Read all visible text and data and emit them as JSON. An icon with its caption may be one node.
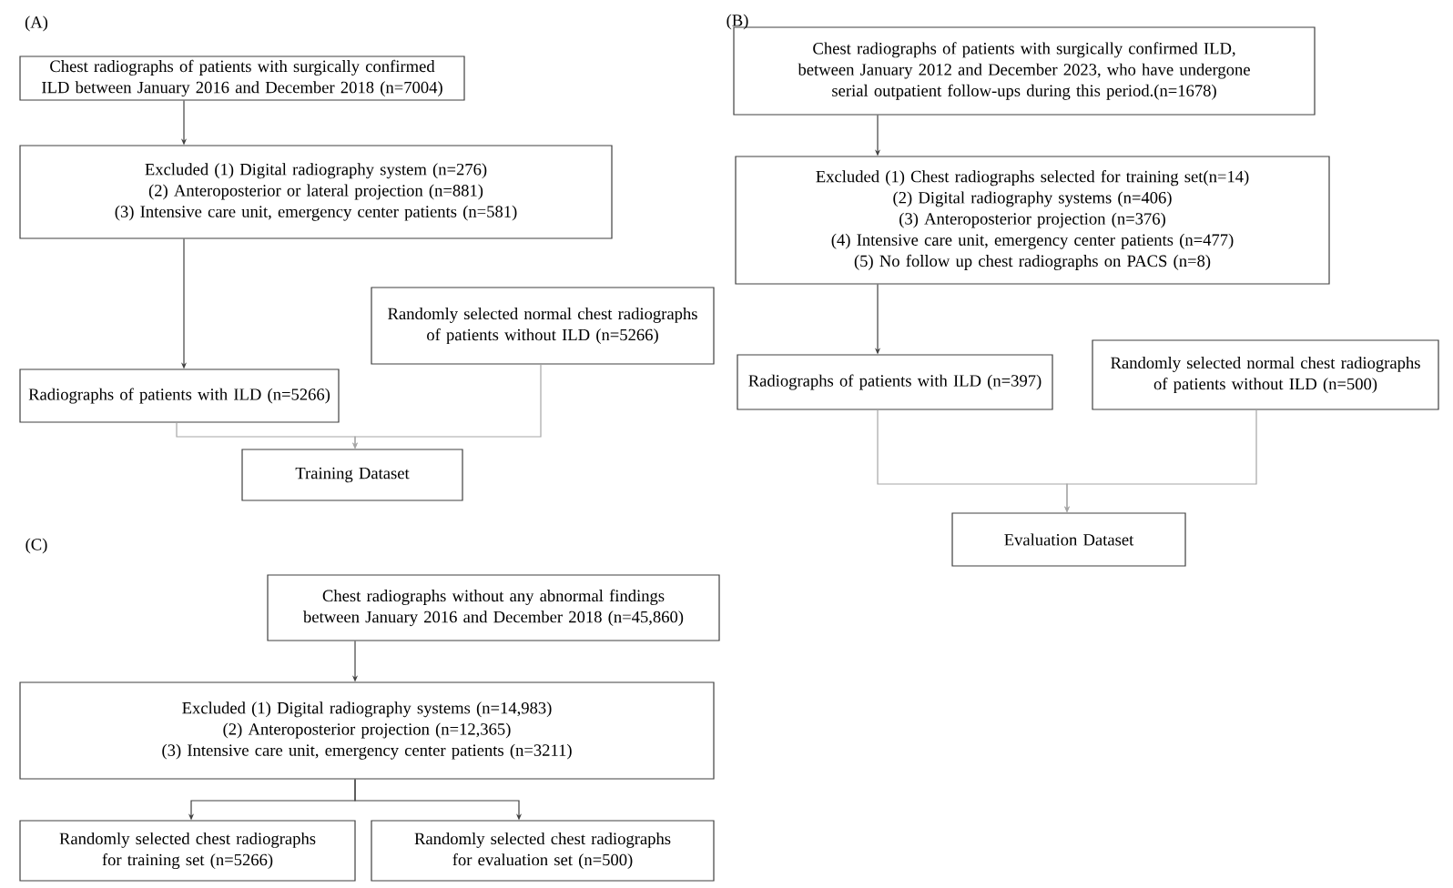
{
  "diagram": {
    "nodes": [
      {
        "text": [
          "Chest radiographs of patients with surgically confirmed ILD between January 2016 and December 2018 (n=7004)"
        ]
      },
      {
        "text": [
          "Excluded (1) Digital radiography system (n=276)",
          "(2) Anteroposterior or lateral projection  (n=881)",
          "(3) Intensive care unit, emergency center patients (n=581)"
        ]
      },
      {
        "text": [
          "Radiographs of patients with ILD (n=5266)"
        ]
      },
      {
        "text": [
          "Randomly selected normal chest radiographs of patients without ILD (n=5266)"
        ]
      },
      {
        "text": [
          "Training Dataset"
        ]
      },
      {
        "text": [
          "Chest radiographs of patients with surgically confirmed ILD, between January 2012 and December 2023, who have undergone serial outpatient follow-ups during this period.(n=1678)"
        ]
      },
      {
        "text": [
          "Excluded (1) Chest radiographs selected for training set(n=14)",
          "(2) Digital radiography systems (n=406)",
          "(3) Anteroposterior projection  (n=376)",
          "(4) Intensive care unit, emergency center patients (n=477)",
          "(5) No follow up chest radiographs on PACS (n=8)"
        ]
      },
      {
        "text": [
          "Radiographs of patients with ILD (n=397)"
        ]
      },
      {
        "text": [
          "Randomly selected normal chest radiographs of patients without ILD (n=500)"
        ]
      },
      {
        "text": [
          "Evaluation Dataset"
        ]
      },
      {
        "text": [
          "Chest radiographs without any abnormal findings between January 2016 and December 2018 (n=45,860)"
        ]
      },
      {
        "text": [
          "Excluded (1) Digital radiography systems (n=14,983)",
          "(2) Anteroposterior projection  (n=12,365)",
          "(3) Intensive care unit, emergency center patients (n=3211)"
        ]
      },
      {
        "text": [
          "Randomly selected chest radiographs for training set (n=5266)"
        ]
      },
      {
        "text": [
          "Randomly selected chest radiographs for evaluation set (n=500)"
        ]
      }
    ],
    "edges": [
      {
        "from": 0,
        "to": 1,
        "arrow": "to"
      },
      {
        "from": 1,
        "to": 2,
        "arrow": "to"
      },
      {
        "from": 2,
        "to": 4,
        "arrow": "to",
        "color": "#a6a6a6"
      },
      {
        "from": 3,
        "to": 4,
        "arrow": "to",
        "color": "#a6a6a6"
      },
      {
        "from": 5,
        "to": 6,
        "arrow": "to"
      },
      {
        "from": 6,
        "to": 7,
        "arrow": "to"
      },
      {
        "from": 7,
        "to": 9,
        "arrow": "to",
        "color": "#a6a6a6"
      },
      {
        "from": 8,
        "to": 9,
        "arrow": "to",
        "color": "#a6a6a6"
      },
      {
        "from": 10,
        "to": 11,
        "arrow": "to"
      },
      {
        "from": 11,
        "to": 12,
        "arrow": "to"
      },
      {
        "from": 11,
        "to": 13,
        "arrow": "to"
      }
    ],
    "labels": [
      "(A)",
      "(B)",
      "(C)"
    ]
  }
}
